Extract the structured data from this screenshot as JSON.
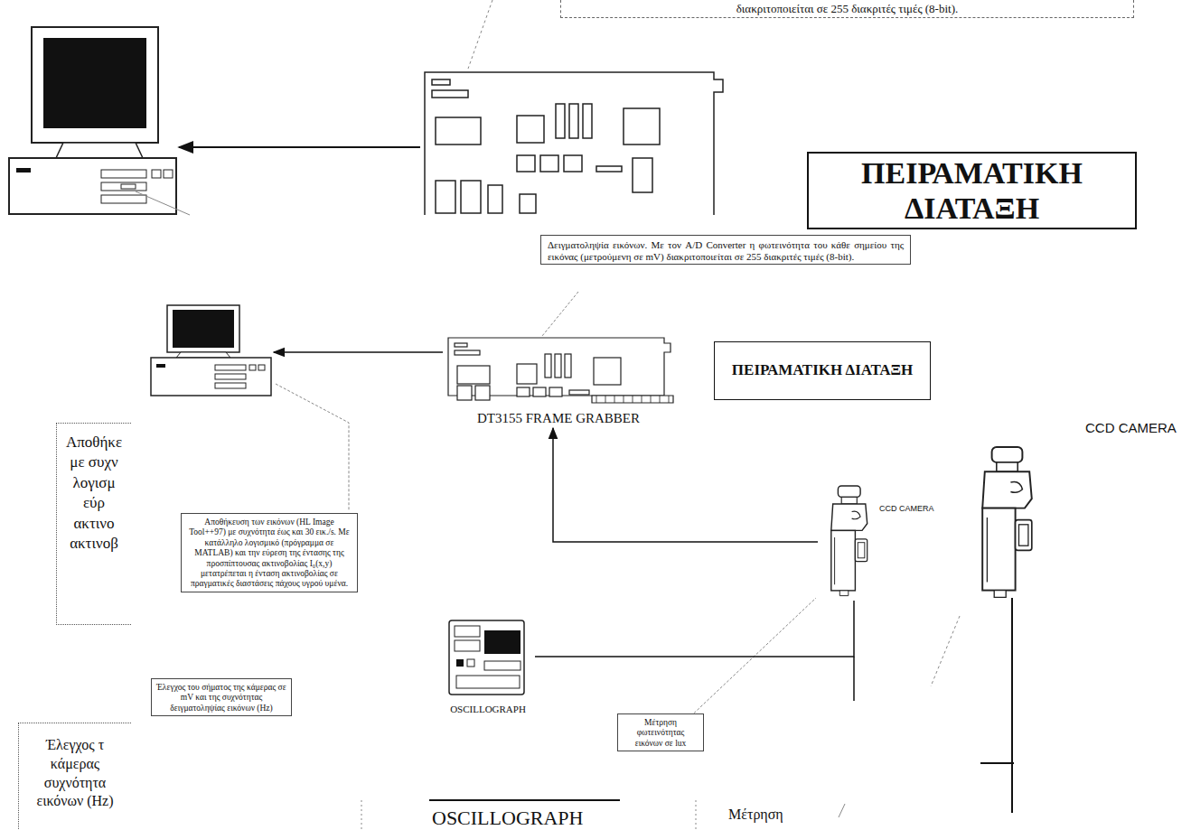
{
  "diagram": {
    "nodes": [
      {
        "text": [
          "διακριτοποιείται σε 255 διακριτές τιμές (8-bit)."
        ]
      },
      {
        "text": [
          "ΠΕΙΡΑΜΑΤΙΚΗ ΔΙΑΤΑΞΗ"
        ]
      },
      {
        "text": [
          "Δειγματοληψία εικόνων. Με τον A/D Converter η φωτεινότητα του κάθε σημείου της εικόνας (μετρούμενη σε mV) διακριτοποιείται σε 255 διακριτές τιμές (8-bit)."
        ]
      },
      {
        "text": [
          "ΠΕΙΡΑΜΑΤΙΚΗ ΔΙΑΤΑΞΗ"
        ]
      },
      {
        "text": [
          "DT3155 FRAME GRABBER"
        ]
      },
      {
        "text": [
          "Αποθήκε",
          "με συχν",
          "λογισμ",
          "εύρ",
          "ακτινο",
          "ακτινοβ"
        ]
      },
      {
        "text": [
          "Αποθήκευση των εικόνων (HL Image Tool++97) με συχνότητα έως και 30 εικ./s. Με κατάλληλο λογισμικό (πρόγραμμα σε MATLAB) και την εύρεση της έντασης της προσπίπτουσας ακτινοβολίας I₀(x,y) μετατρέπεται η ένταση ακτινοβολίας σε πραγματικές διαστάσεις πάχους υγρού υμένα."
        ]
      },
      {
        "text": [
          "CCD CAMERA"
        ]
      },
      {
        "text": [
          "CCD CAMERA"
        ]
      },
      {
        "text": [
          "OSCILLOGRAPH"
        ]
      },
      {
        "text": [
          "Έλεγχος του σήματος της κάμερας σε mV και της συχνότητας δειγματοληψίας εικόνων (Hz)"
        ]
      },
      {
        "text": [
          "Μέτρηση φωτεινότητας εικόνων σε lux"
        ]
      },
      {
        "text": [
          "Έλεγχος τ",
          "κάμερας",
          "συχνότητα",
          "εικόνων (Hz)"
        ]
      }
    ],
    "edges": [
      {
        "from": 7,
        "to": 4,
        "arrow": "to"
      },
      {
        "from": 9,
        "to": 7,
        "arrow": "none"
      }
    ],
    "labels": [
      "OSCILLOGRAPH",
      "Μέτρηση"
    ]
  }
}
